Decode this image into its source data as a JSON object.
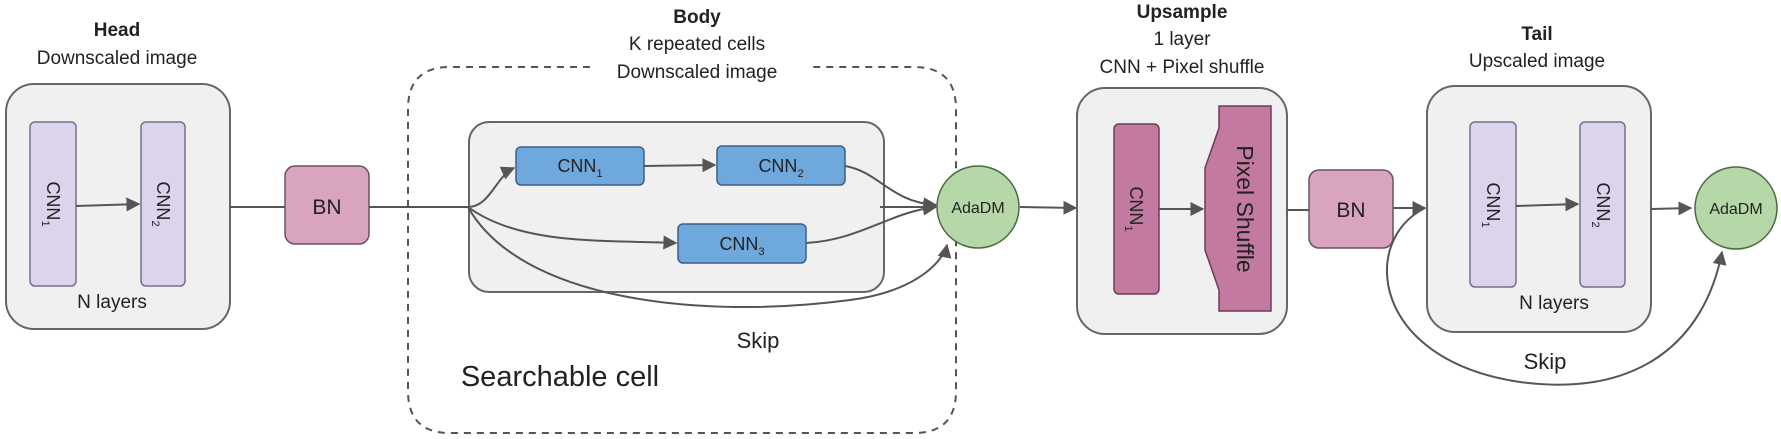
{
  "colors": {
    "panel_fill": "#f0f0f0",
    "panel_stroke": "#666666",
    "lavender": "#dbd4ec",
    "lavender_stroke": "#7a6d8c",
    "mauve": "#d9a4c0",
    "mauve_stroke": "#6b5060",
    "blue": "#6fa8dc",
    "blue_stroke": "#3d5f85",
    "magenta": "#c37aa1",
    "magenta_stroke": "#6b3c55",
    "green": "#b6d7a8",
    "green_stroke": "#4a6a40",
    "line": "#555555"
  },
  "head": {
    "title": "Head",
    "subtitle": "Downscaled image",
    "cnn1": "CNN",
    "cnn1_sub": "1",
    "cnn2": "CNN",
    "cnn2_sub": "2",
    "footer": "N layers"
  },
  "bn1": {
    "label": "BN"
  },
  "body_section": {
    "title": "Body",
    "line1": "K repeated cells",
    "line2": "Downscaled image",
    "cnn1": "CNN",
    "cnn1_sub": "1",
    "cnn2": "CNN",
    "cnn2_sub": "2",
    "cnn3": "CNN",
    "cnn3_sub": "3",
    "skip": "Skip",
    "searchable": "Searchable cell"
  },
  "adadm1": {
    "label": "AdaDM"
  },
  "upsample": {
    "title": "Upsample",
    "line1": "1 layer",
    "line2": "CNN + Pixel shuffle",
    "cnn1": "CNN",
    "cnn1_sub": "1",
    "pixel_shuffle": "Pixel Shuffle"
  },
  "bn2": {
    "label": "BN"
  },
  "tail": {
    "title": "Tail",
    "subtitle": "Upscaled image",
    "cnn1": "CNN",
    "cnn1_sub": "1",
    "cnn2": "CNN",
    "cnn2_sub": "2",
    "footer": "N layers",
    "skip": "Skip"
  },
  "adadm2": {
    "label": "AdaDM"
  }
}
